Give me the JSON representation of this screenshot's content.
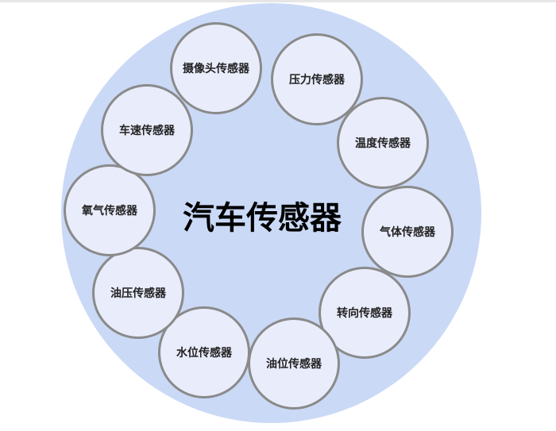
{
  "diagram": {
    "center_label": "汽车传感器",
    "nodes": [
      {
        "label": "摄像头传感器"
      },
      {
        "label": "压力传感器"
      },
      {
        "label": "温度传感器"
      },
      {
        "label": "气体传感器"
      },
      {
        "label": "转向传感器"
      },
      {
        "label": "油位传感器"
      },
      {
        "label": "水位传感器"
      },
      {
        "label": "油压传感器"
      },
      {
        "label": "氧气传感器"
      },
      {
        "label": "车速传感器"
      }
    ]
  },
  "colors": {
    "outer_circle": "#cad9f6",
    "node_fill": "#e9ecfb",
    "node_border": "#8a8a8a",
    "text": "#222222"
  }
}
